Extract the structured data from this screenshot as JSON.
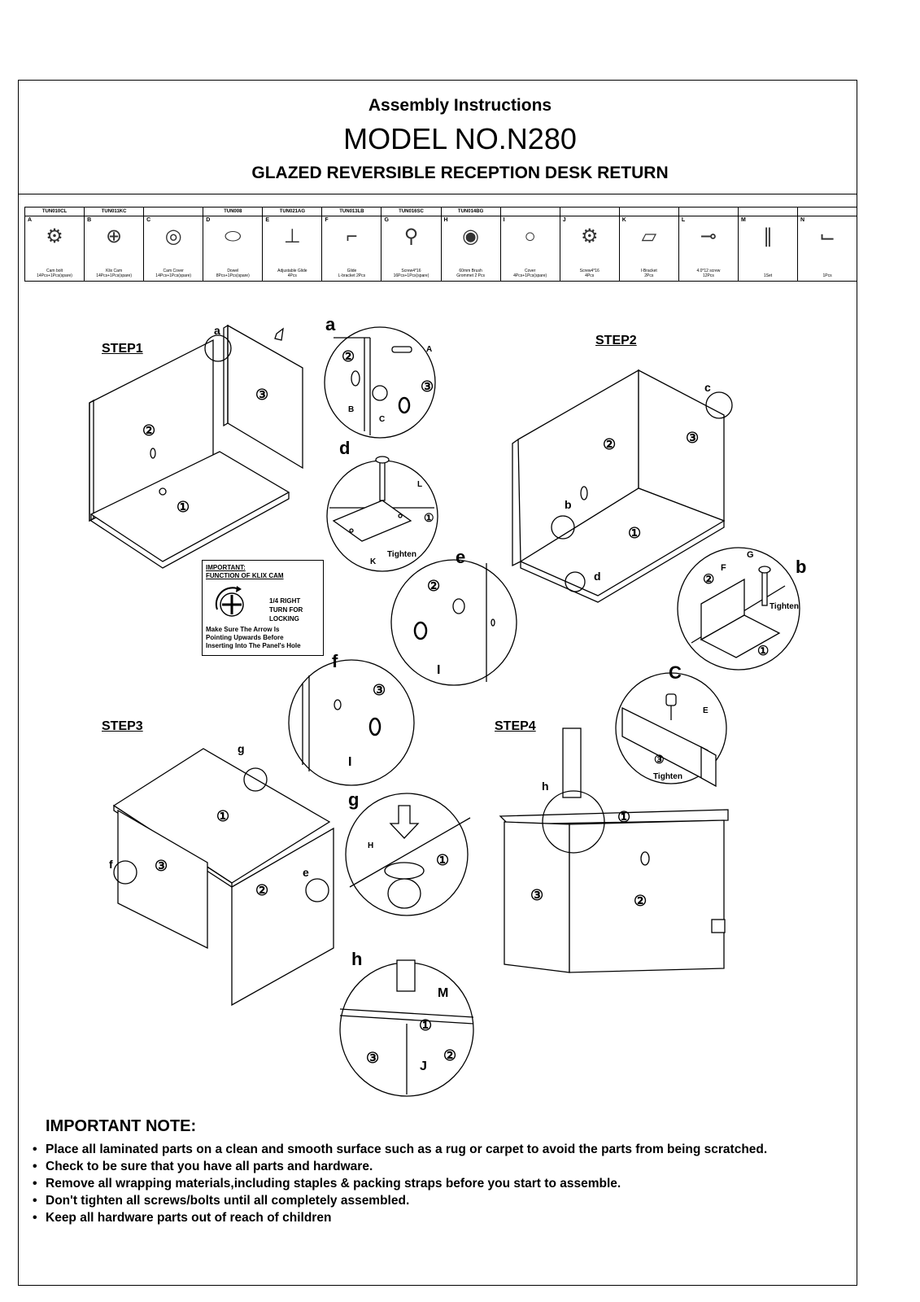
{
  "header": {
    "subtitle": "Assembly Instructions",
    "model": "MODEL NO.N280",
    "description": "GLAZED REVERSIBLE RECEPTION  DESK RETURN"
  },
  "parts": [
    {
      "code": "TUN010CL",
      "letter": "A",
      "icon": "cam-bolt-icon",
      "glyph": "⚙",
      "desc": "Cam bolt\n14Pcs+1Pcs(spare)"
    },
    {
      "code": "TUN011KC",
      "letter": "B",
      "icon": "klix-cam-icon",
      "glyph": "⊕",
      "desc": "Klix Cam\n14Pcs+1Pcs(spare)"
    },
    {
      "code": "",
      "letter": "C",
      "icon": "cam-cover-icon",
      "glyph": "◎",
      "desc": "Cam Cover\n14Pcs+1Pcs(spare)"
    },
    {
      "code": "TUN008",
      "letter": "D",
      "icon": "dowel-icon",
      "glyph": "⬭",
      "desc": "Dowel\n8Pcs+1Pcs(spare)"
    },
    {
      "code": "TUN021AG",
      "letter": "E",
      "icon": "adjustable-glide-icon",
      "glyph": "⊥",
      "desc": "Adjustable Glide\n4Pcs"
    },
    {
      "code": "TUN013LB",
      "letter": "F",
      "icon": "l-bracket-icon",
      "glyph": "⌐",
      "desc": "Glide\nL-bracket 2Pcs"
    },
    {
      "code": "TUN016SC",
      "letter": "G",
      "icon": "screw-icon",
      "glyph": "⚲",
      "desc": "Screw4*16\n16Pcs+1Pcs(spare)"
    },
    {
      "code": "TUN014BG",
      "letter": "H",
      "icon": "brush-grommet-icon",
      "glyph": "◉",
      "desc": "60mm Brush\nGrommet   2 Pcs"
    },
    {
      "code": "",
      "letter": "I",
      "icon": "cover-icon",
      "glyph": "○",
      "desc": "Cover\n4Pcs+1Pcs(spare)"
    },
    {
      "code": "",
      "letter": "J",
      "icon": "bolt-icon",
      "glyph": "⚙",
      "desc": "Screw4*16\n4Pcs"
    },
    {
      "code": "",
      "letter": "K",
      "icon": "i-bracket-icon",
      "glyph": "▱",
      "desc": "I-Bracket\n2Pcs"
    },
    {
      "code": "",
      "letter": "L",
      "icon": "screw-long-icon",
      "glyph": "⊸",
      "desc": "4.0*12 screw\n12Pcs"
    },
    {
      "code": "",
      "letter": "M",
      "icon": "post-icon",
      "glyph": "∥",
      "desc": "1Set"
    },
    {
      "code": "",
      "letter": "N",
      "icon": "allen-key-icon",
      "glyph": "⌙",
      "desc": "1Pcs"
    }
  ],
  "steps": {
    "step1": "STEP1",
    "step2": "STEP2",
    "step3": "STEP3",
    "step4": "STEP4"
  },
  "labels": {
    "a_small": "a",
    "a_big": "a",
    "c_small": "c",
    "b_small": "b",
    "d_small": "d",
    "d_big": "d",
    "e_big": "e",
    "b_big": "b",
    "f_big": "f",
    "C_big": "C",
    "g_small": "g",
    "g_big": "g",
    "h_small": "h",
    "h_big": "h",
    "f_small": "f",
    "e_small": "e",
    "part_A": "A",
    "part_B": "B",
    "part_C": "C",
    "part_L": "L",
    "part_K": "K",
    "part_I": "I",
    "part_I2": "I",
    "part_F": "F",
    "part_G": "G",
    "part_E": "E",
    "part_H": "H",
    "part_M": "M",
    "part_J": "J",
    "tighten1": "Tighten",
    "tighten2": "Tighten",
    "tighten3": "Tighten",
    "p1": "①",
    "p2": "②",
    "p3": "③"
  },
  "important_box": {
    "title": "IMPORTANT:\nFUNCTION OF KLIX CAM",
    "turn": "1/4 RIGHT\nTURN FOR\nLOCKING",
    "note": "Make Sure The Arrow Is\nPointing Upwards Before\nInserting Into The Panel's Hole"
  },
  "notes": {
    "title": "IMPORTANT NOTE:",
    "items": [
      "Place all laminated parts on a clean and smooth surface such as a rug or carpet to avoid the parts from being scratched.",
      "Check to be sure that you have all parts and hardware.",
      "Remove all wrapping materials,including staples & packing straps before you start to assemble.",
      "Don't tighten all screws/bolts until  all completely assembled.",
      "Keep all hardware  parts out of reach of children"
    ]
  }
}
